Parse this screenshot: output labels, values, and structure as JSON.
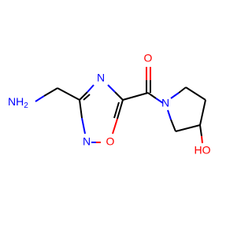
{
  "molecule": {
    "atoms": {
      "amine": "NH2",
      "oxadiazole_n4": "N",
      "oxadiazole_n2": "N",
      "oxadiazole_o1": "O",
      "carbonyl_o": "O",
      "pyrrolidine_n": "N",
      "hydroxyl": "HO"
    },
    "colors": {
      "carbon_bond": "#000000",
      "nitrogen": "#0000ff",
      "oxygen": "#ff0000",
      "background": "#ffffff"
    }
  }
}
